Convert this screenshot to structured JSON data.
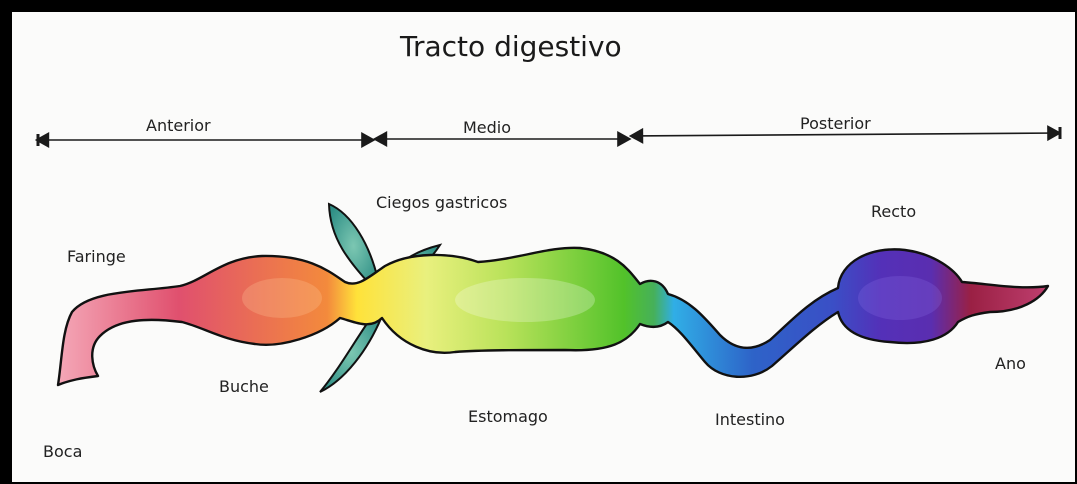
{
  "title": "Tracto digestivo",
  "sections": {
    "anterior": "Anterior",
    "medio": "Medio",
    "posterior": "Posterior"
  },
  "parts": {
    "faringe": "Faringe",
    "boca": "Boca",
    "buche": "Buche",
    "ciegos": "Ciegos gastricos",
    "estomago": "Estomago",
    "intestino": "Intestino",
    "recto": "Recto",
    "ano": "Ano"
  },
  "colors": {
    "pink": "#e0506e",
    "orange": "#f38a3c",
    "yellow": "#ffe23a",
    "light_green": "#cfe66a",
    "green": "#52c22a",
    "teal": "#4a9d8c",
    "cyan": "#30aee6",
    "blue": "#2e63c8",
    "purple": "#5430b8",
    "maroon": "#9a2044"
  }
}
